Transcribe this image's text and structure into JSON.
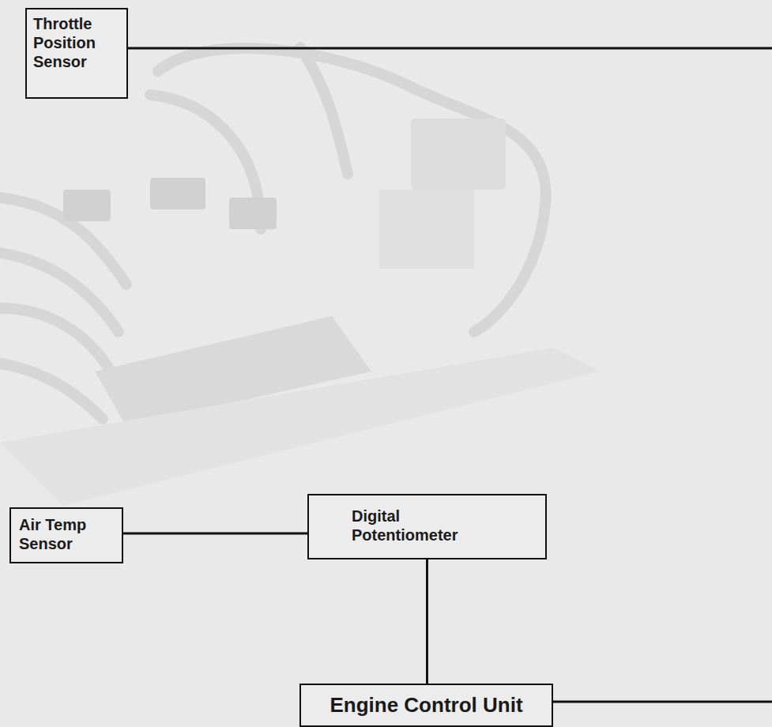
{
  "diagram": {
    "nodes": [
      {
        "text": [
          "Throttle Position Sensor"
        ]
      },
      {
        "text": [
          "Air Temp Sensor"
        ]
      },
      {
        "text": [
          "Digital Potentiometer"
        ]
      },
      {
        "text": [
          "Engine Control Unit"
        ]
      }
    ],
    "edges": [
      {
        "from": 1,
        "to": 2,
        "arrow": "none"
      },
      {
        "from": 2,
        "to": 3,
        "arrow": "none"
      }
    ]
  }
}
